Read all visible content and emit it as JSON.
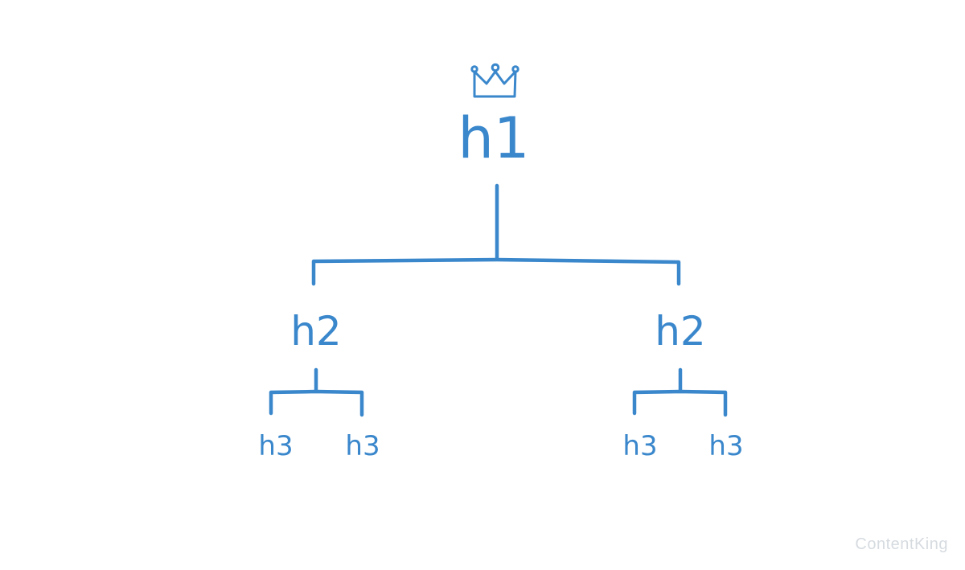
{
  "colors": {
    "ink": "#3a87cc",
    "watermark": "#d6dbe0",
    "background": "#ffffff"
  },
  "root": {
    "icon": "crown-icon",
    "label": "h1"
  },
  "level2": [
    {
      "label": "h2",
      "children": [
        {
          "label": "h3"
        },
        {
          "label": "h3"
        }
      ]
    },
    {
      "label": "h2",
      "children": [
        {
          "label": "h3"
        },
        {
          "label": "h3"
        }
      ]
    }
  ],
  "watermark": "ContentKing"
}
